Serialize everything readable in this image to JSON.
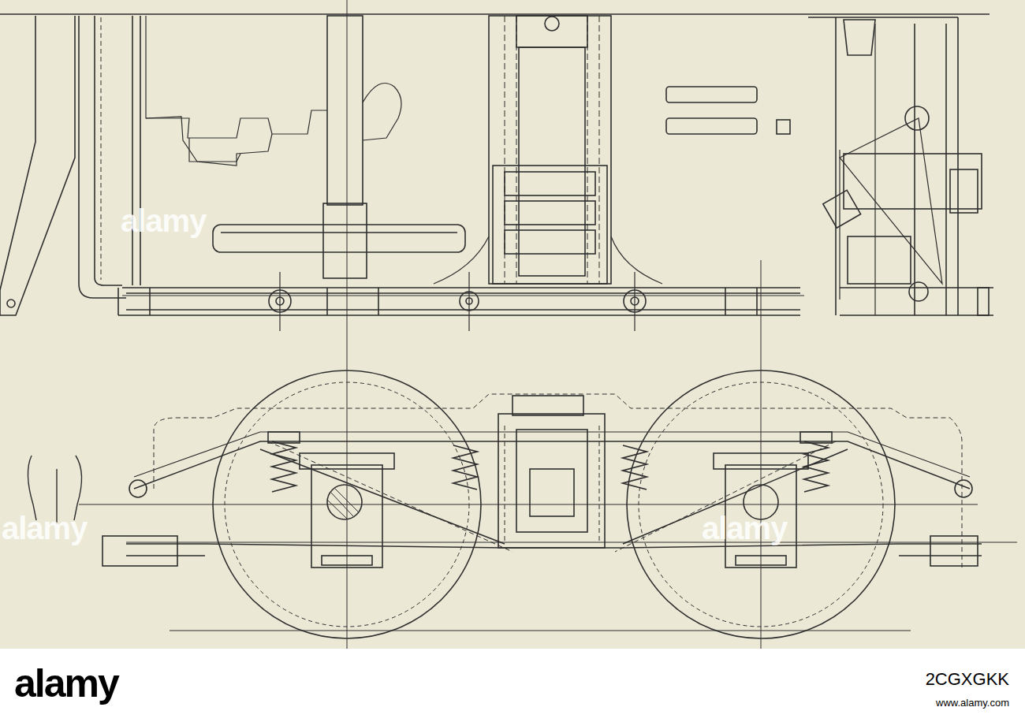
{
  "diagram": {
    "labels": [
      "alamy",
      "alamy",
      "alamy",
      "alamy",
      "2CGXGKK",
      "www.alamy.com"
    ]
  }
}
